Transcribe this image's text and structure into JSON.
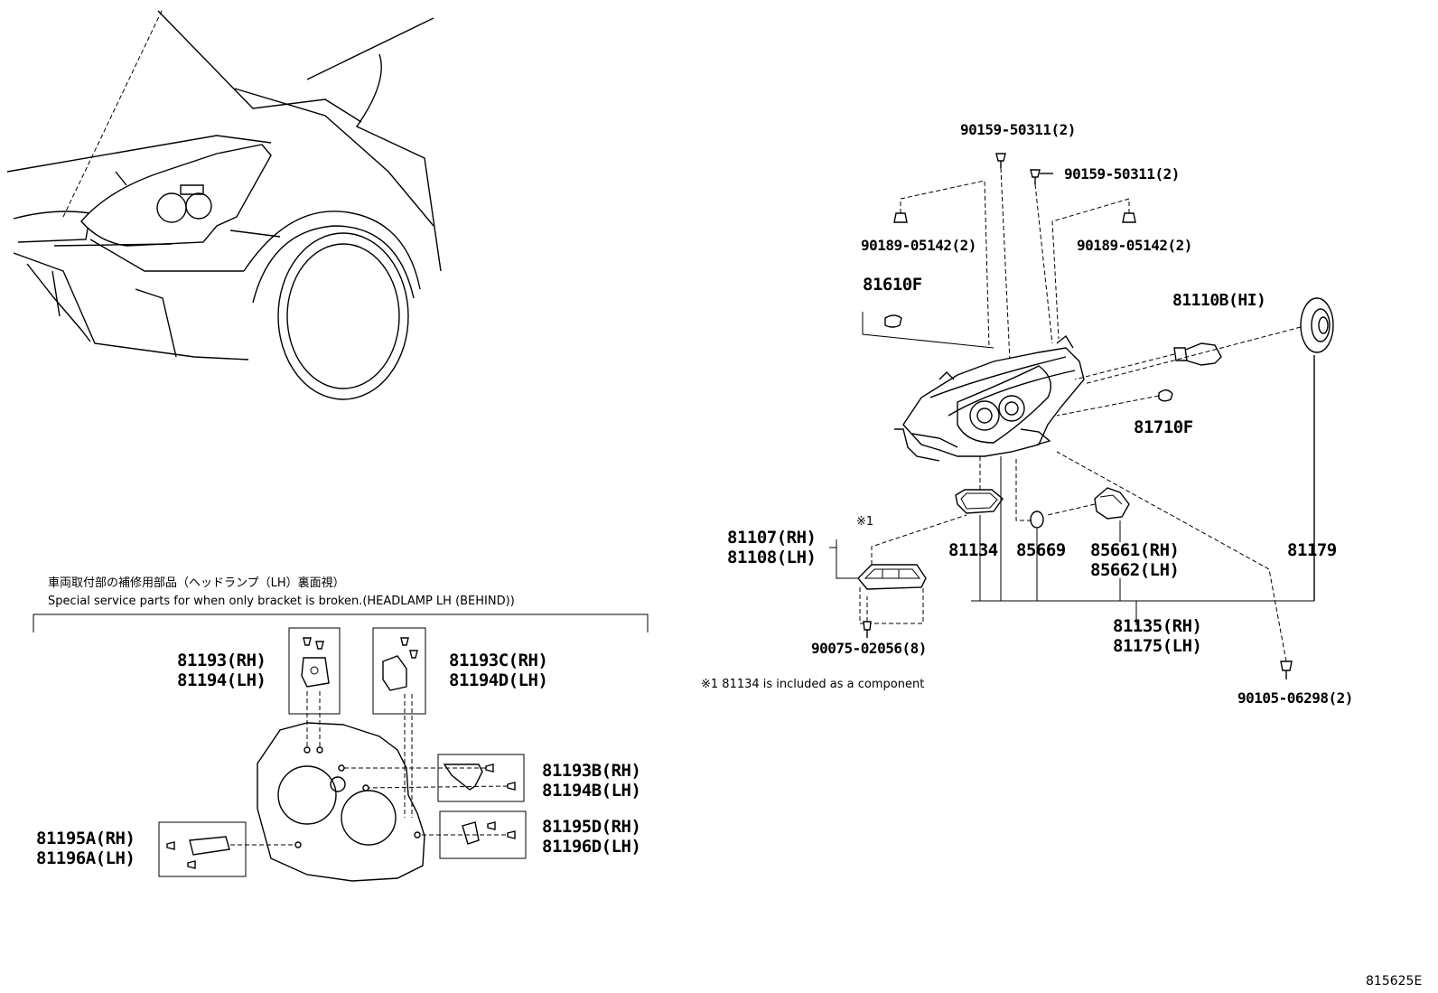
{
  "diagram_id": "815625E",
  "component_note": "※1  81134 is included as a component",
  "callout_mark": "※1",
  "bracket_section": {
    "title_jp": "車両取付部の補修用部品（ヘッドランプ（LH）裏面視）",
    "title_en": "Special service parts for when only bracket is broken.(HEADLAMP LH (BEHIND))"
  },
  "parts": {
    "screw_top_left": "90159-50311(2)",
    "screw_top_right": "90159-50311(2)",
    "clip_left": "90189-05142(2)",
    "clip_right": "90189-05142(2)",
    "reflector_side": "81610F",
    "bulb_hi": "81110B(HI)",
    "reflector_front": "81710F",
    "ecu_rh": "81107(RH)",
    "ecu_lh": "81108(LH)",
    "gasket": "81134",
    "ring": "85669",
    "actuator_rh": "85661(RH)",
    "actuator_lh": "85662(LH)",
    "cover": "81179",
    "assy_rh": "81135(RH)",
    "assy_lh": "81175(LH)",
    "ecu_screw": "90075-02056(8)",
    "lower_screw": "90105-06298(2)",
    "bracket_a_rh": "81193(RH)",
    "bracket_a_lh": "81194(LH)",
    "bracket_c_rh": "81193C(RH)",
    "bracket_c_lh": "81194D(LH)",
    "bracket_b_rh": "81193B(RH)",
    "bracket_b_lh": "81194B(LH)",
    "bracket_d_rh": "81195D(RH)",
    "bracket_d_lh": "81196D(LH)",
    "bracket_e_rh": "81195A(RH)",
    "bracket_e_lh": "81196A(LH)"
  }
}
